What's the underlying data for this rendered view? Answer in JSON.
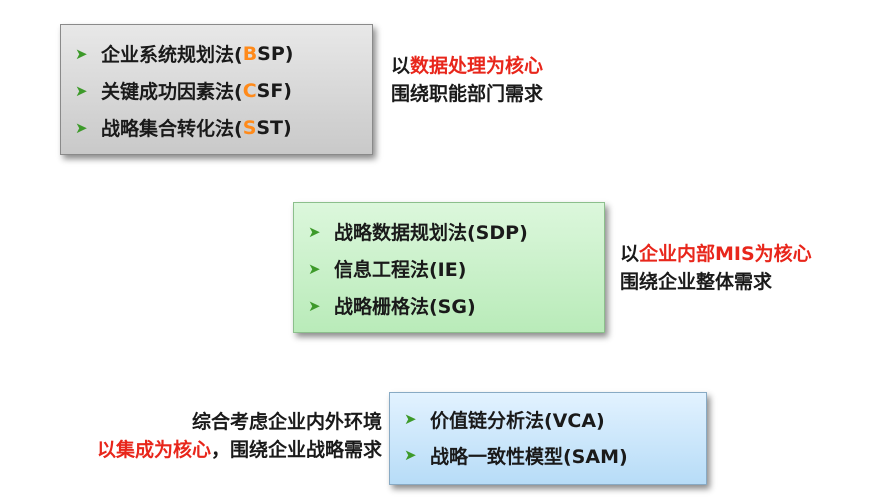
{
  "box_bsp": {
    "items": [
      {
        "pre": "企业系统规划法(",
        "hl": "B",
        "post": "SP)"
      },
      {
        "pre": "关键成功因素法(",
        "hl": "C",
        "post": "SF)"
      },
      {
        "pre": "战略集合转化法(",
        "hl": "S",
        "post": "ST)"
      }
    ],
    "note": {
      "prefix": "以",
      "highlight": "数据处理为核心",
      "line2": "围绕职能部门需求"
    }
  },
  "box_sdp": {
    "items": [
      "战略数据规划法(SDP)",
      "信息工程法(IE)",
      "战略栅格法(SG)"
    ],
    "note": {
      "prefix": "以",
      "highlight": "企业内部MIS为核心",
      "line2": "围绕企业整体需求"
    }
  },
  "box_vca": {
    "items": [
      "价值链分析法(VCA)",
      "战略一致性模型(SAM)"
    ],
    "note": {
      "line1": "综合考虑企业内外环境",
      "highlight": "以集成为核心",
      "line2_rest": "，围绕企业战略需求"
    }
  },
  "colors": {
    "arrow": "#3d9a2a",
    "highlight_orange": "#ff8a1a",
    "highlight_red": "#e8261b"
  },
  "icons": {
    "bullet": "arrow-right-icon"
  }
}
